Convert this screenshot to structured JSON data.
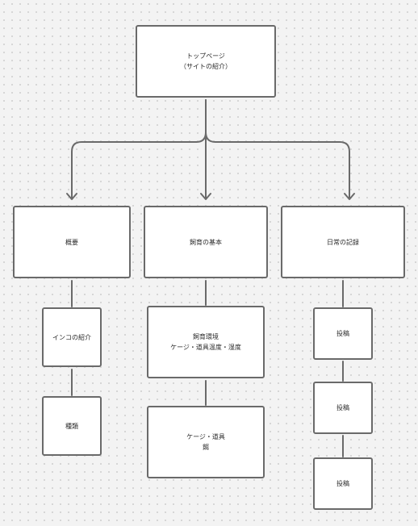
{
  "diagram": {
    "top": {
      "lines": [
        "トップページ",
        "（サイトの紹介）"
      ]
    },
    "sections": [
      {
        "title": "概要",
        "children": [
          {
            "lines": [
              "インコの紹介"
            ]
          },
          {
            "lines": [
              "種類"
            ]
          }
        ]
      },
      {
        "title": "飼育の基本",
        "children": [
          {
            "lines": [
              "飼育環境",
              "ケージ・道具温度・湿度"
            ]
          },
          {
            "lines": [
              "ケージ・道具",
              "餌"
            ]
          }
        ]
      },
      {
        "title": "日常の記録",
        "children": [
          {
            "lines": [
              "投稿"
            ]
          },
          {
            "lines": [
              "投稿"
            ]
          },
          {
            "lines": [
              "投稿"
            ]
          }
        ]
      }
    ]
  }
}
